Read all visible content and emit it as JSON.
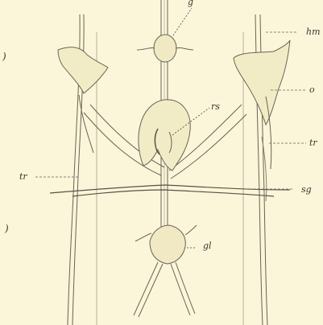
{
  "labels": {
    "g_top": "g",
    "hm": "hm",
    "o": "o",
    "rs": "rs",
    "tr_right": "tr",
    "tr_left": "tr",
    "sg": "sg",
    "gl": "gl"
  },
  "margin_marks": {
    "upper": ")",
    "lower": ")"
  },
  "colors": {
    "paper": "#fbf6d9",
    "ink": "#5a5148",
    "organ_fill": "#f2ecc6"
  }
}
